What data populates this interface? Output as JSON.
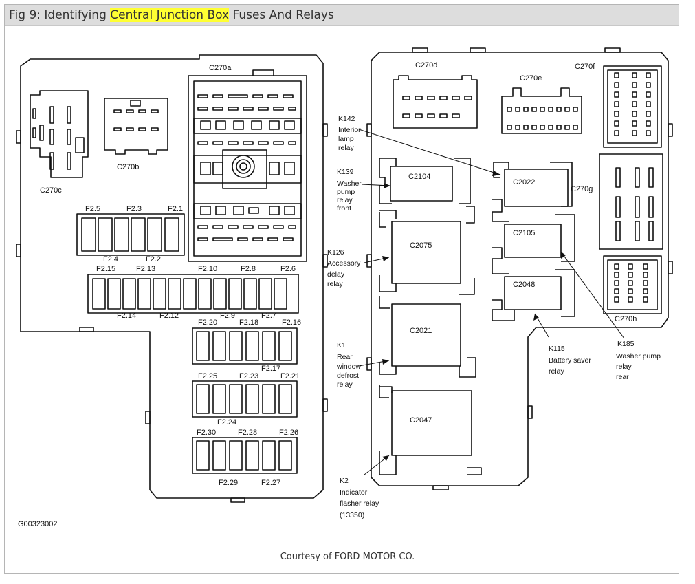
{
  "title": {
    "prefix": "Fig 9: Identifying ",
    "highlight": "Central Junction Box",
    "suffix": " Fuses And Relays"
  },
  "courtesy": "Courtesy of FORD MOTOR CO.",
  "figure_id": "G00323002",
  "connectors": {
    "c270a": "C270a",
    "c270b": "C270b",
    "c270c": "C270c",
    "c270d": "C270d",
    "c270e": "C270e",
    "c270f": "C270f",
    "c270g": "C270g",
    "c270h": "C270h"
  },
  "fuses": {
    "top_row": [
      "F2.5",
      "F2.3",
      "F2.1"
    ],
    "top_row_bottom": [
      "F2.4",
      "F2.2"
    ],
    "long_row_top": [
      "F2.15",
      "F2.13",
      "F2.10",
      "F2.8",
      "F2.6"
    ],
    "long_row_bottom": [
      "F2.14",
      "F2.12",
      "F2.9",
      "F2.7"
    ],
    "group1_top": [
      "F2.20",
      "F2.18",
      "F2.16"
    ],
    "group1_bottom": [
      "F2.17"
    ],
    "group2_top": [
      "F2.25",
      "F2.23",
      "F2.21"
    ],
    "group2_bottom": [
      "F2.24"
    ],
    "group3_top": [
      "F2.30",
      "F2.28",
      "F2.26"
    ],
    "group3_bottom": [
      "F2.29",
      "F2.27"
    ]
  },
  "relays": {
    "c2104": "C2104",
    "c2075": "C2075",
    "c2021": "C2021",
    "c2047": "C2047",
    "c2022": "C2022",
    "c2105": "C2105",
    "c2048": "C2048"
  },
  "callouts": {
    "k142": {
      "id": "K142",
      "lines": [
        "Interior",
        "lamp",
        "relay"
      ]
    },
    "k139": {
      "id": "K139",
      "lines": [
        "Washer",
        "pump",
        "relay,",
        "front"
      ]
    },
    "k126": {
      "id": "K126",
      "lines": [
        "Accessory",
        "delay",
        "relay"
      ]
    },
    "k1": {
      "id": "K1",
      "lines": [
        "Rear",
        "window",
        "defrost",
        "relay"
      ]
    },
    "k2": {
      "id": "K2",
      "lines": [
        "Indicator",
        "flasher relay",
        "(13350)"
      ]
    },
    "k115": {
      "id": "K115",
      "lines": [
        "Battery saver",
        "relay"
      ]
    },
    "k185": {
      "id": "K185",
      "lines": [
        "Washer pump",
        "relay,",
        "rear"
      ]
    }
  }
}
